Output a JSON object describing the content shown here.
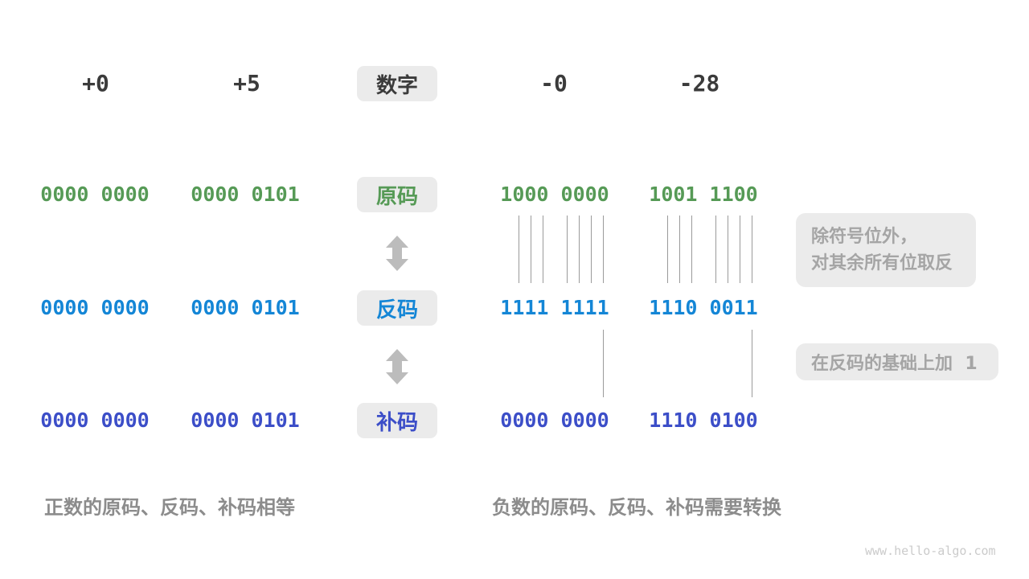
{
  "row_labels": {
    "number": "数字",
    "sign_magnitude": "原码",
    "ones_complement": "反码",
    "twos_complement": "补码"
  },
  "columns": [
    {
      "header": "+0",
      "sign_magnitude": "0000 0000",
      "ones_complement": "0000 0000",
      "twos_complement": "0000 0000"
    },
    {
      "header": "+5",
      "sign_magnitude": "0000 0101",
      "ones_complement": "0000 0101",
      "twos_complement": "0000 0101"
    },
    {
      "header": "-0",
      "sign_magnitude": "1000 0000",
      "ones_complement": "1111 1111",
      "twos_complement": "0000 0000"
    },
    {
      "header": "-28",
      "sign_magnitude": "1001 1100",
      "ones_complement": "1110 0011",
      "twos_complement": "1110 0100"
    }
  ],
  "annotations": {
    "invert_line1": "除符号位外，",
    "invert_line2": "对其余所有位取反",
    "add_one": "在反码的基础上加  1"
  },
  "captions": {
    "positive": "正数的原码、反码、补码相等",
    "negative": "负数的原码、反码、补码需要转换"
  },
  "watermark": "www.hello-algo.com",
  "colors": {
    "sign_magnitude": "#569a56",
    "ones_complement": "#1486d6",
    "twos_complement": "#3c4ec8",
    "header_text": "#3b3b3b",
    "box_background": "#ebebeb",
    "annotation_text": "#a5a5a5",
    "caption_text": "#8c8c8c"
  }
}
